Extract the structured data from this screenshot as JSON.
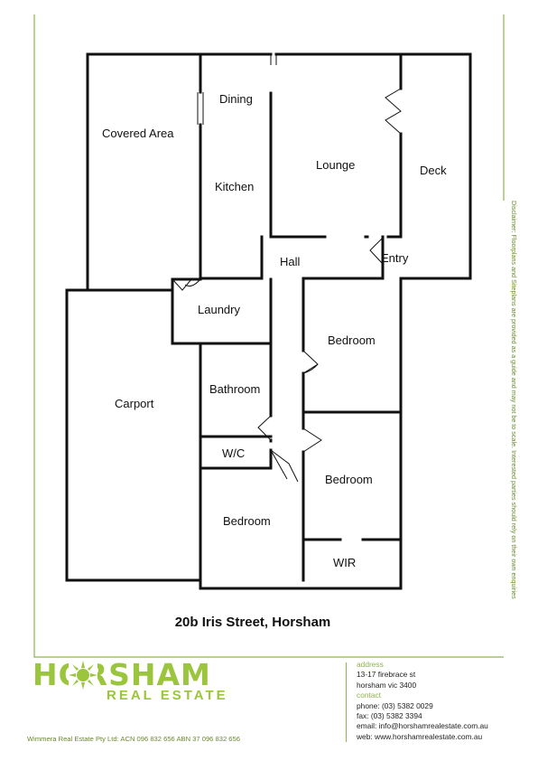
{
  "rooms": {
    "dining": "Dining",
    "covered_area": "Covered Area",
    "kitchen": "Kitchen",
    "lounge": "Lounge",
    "deck": "Deck",
    "hall": "Hall",
    "entry": "Entry",
    "laundry": "Laundry",
    "bedroom_1": "Bedroom",
    "carport": "Carport",
    "bathroom": "Bathroom",
    "wc": "W/C",
    "bedroom_2": "Bedroom",
    "bedroom_3": "Bedroom",
    "wir": "WIR"
  },
  "address_title": "20b Iris Street, Horsham",
  "disclaimer": "Disclaimer: Floorplans and Siteplans are provided as a guide and may not be to scale. Interested parties should rely on their own enquiries",
  "logo": {
    "main": "HORSHAM",
    "sub": "REAL ESTATE",
    "color": "#9bc53d"
  },
  "footer_company": "Wimmera Real Estate Pty Ltd: ACN 096 832 656   ABN 37 096 832 656",
  "contact": {
    "address_label": "address",
    "address_line1": "13-17 firebrace st",
    "address_line2": "horsham  vic  3400",
    "contact_label": "contact",
    "phone": "phone: (03) 5382 0029",
    "fax": "fax: (03) 5382 3394",
    "email": "email: info@horshamrealestate.com.au",
    "web": "web: www.horshamrealestate.com.au"
  },
  "colors": {
    "border": "#8fb44a",
    "wall": "#111111"
  }
}
